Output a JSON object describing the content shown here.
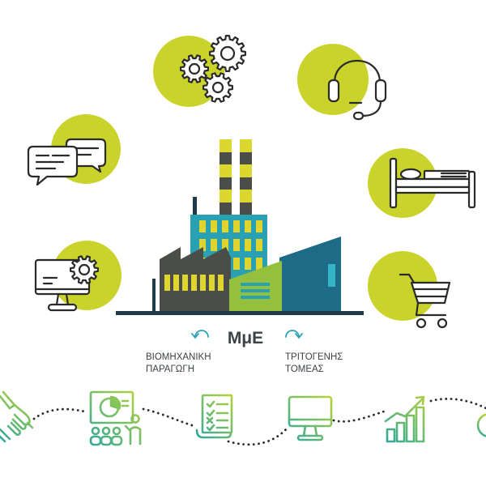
{
  "labels": {
    "title": "ΜμΕ",
    "left": [
      "ΒΙΟΜΗΧΑΝΙΚΗ",
      "ΠΑΡΑΓΩΓΗ"
    ],
    "right": [
      "ΤΡΙΤΟΓΕΝΗΣ",
      "ΤΟΜΕΑΣ"
    ]
  },
  "icons": {
    "orbit": [
      "gears-icon",
      "headset-icon",
      "chat-bubbles-icon",
      "bed-icon",
      "computer-settings-icon",
      "shopping-cart-icon"
    ],
    "center": "factory-icon",
    "process": [
      "handshake-icon",
      "presentation-icon",
      "checklist-icon",
      "monitor-icon",
      "growth-chart-icon"
    ]
  },
  "colors": {
    "lime_accent": "#c9d32b",
    "ink": "#2a2a2a",
    "teal": "#2aa1b3",
    "chimney_yellow": "#dcd72e",
    "factory_dark": "#4b4d49",
    "factory_green": "#93c13e",
    "factory_blue": "#1e6b87",
    "window_yellow": "#dfd52f",
    "window_cyan": "#33b5c6",
    "ground_navy": "#1f3b4b",
    "label_text": "#3a4246",
    "gradient_start": "#2aa59f",
    "gradient_end": "#bcd634"
  }
}
